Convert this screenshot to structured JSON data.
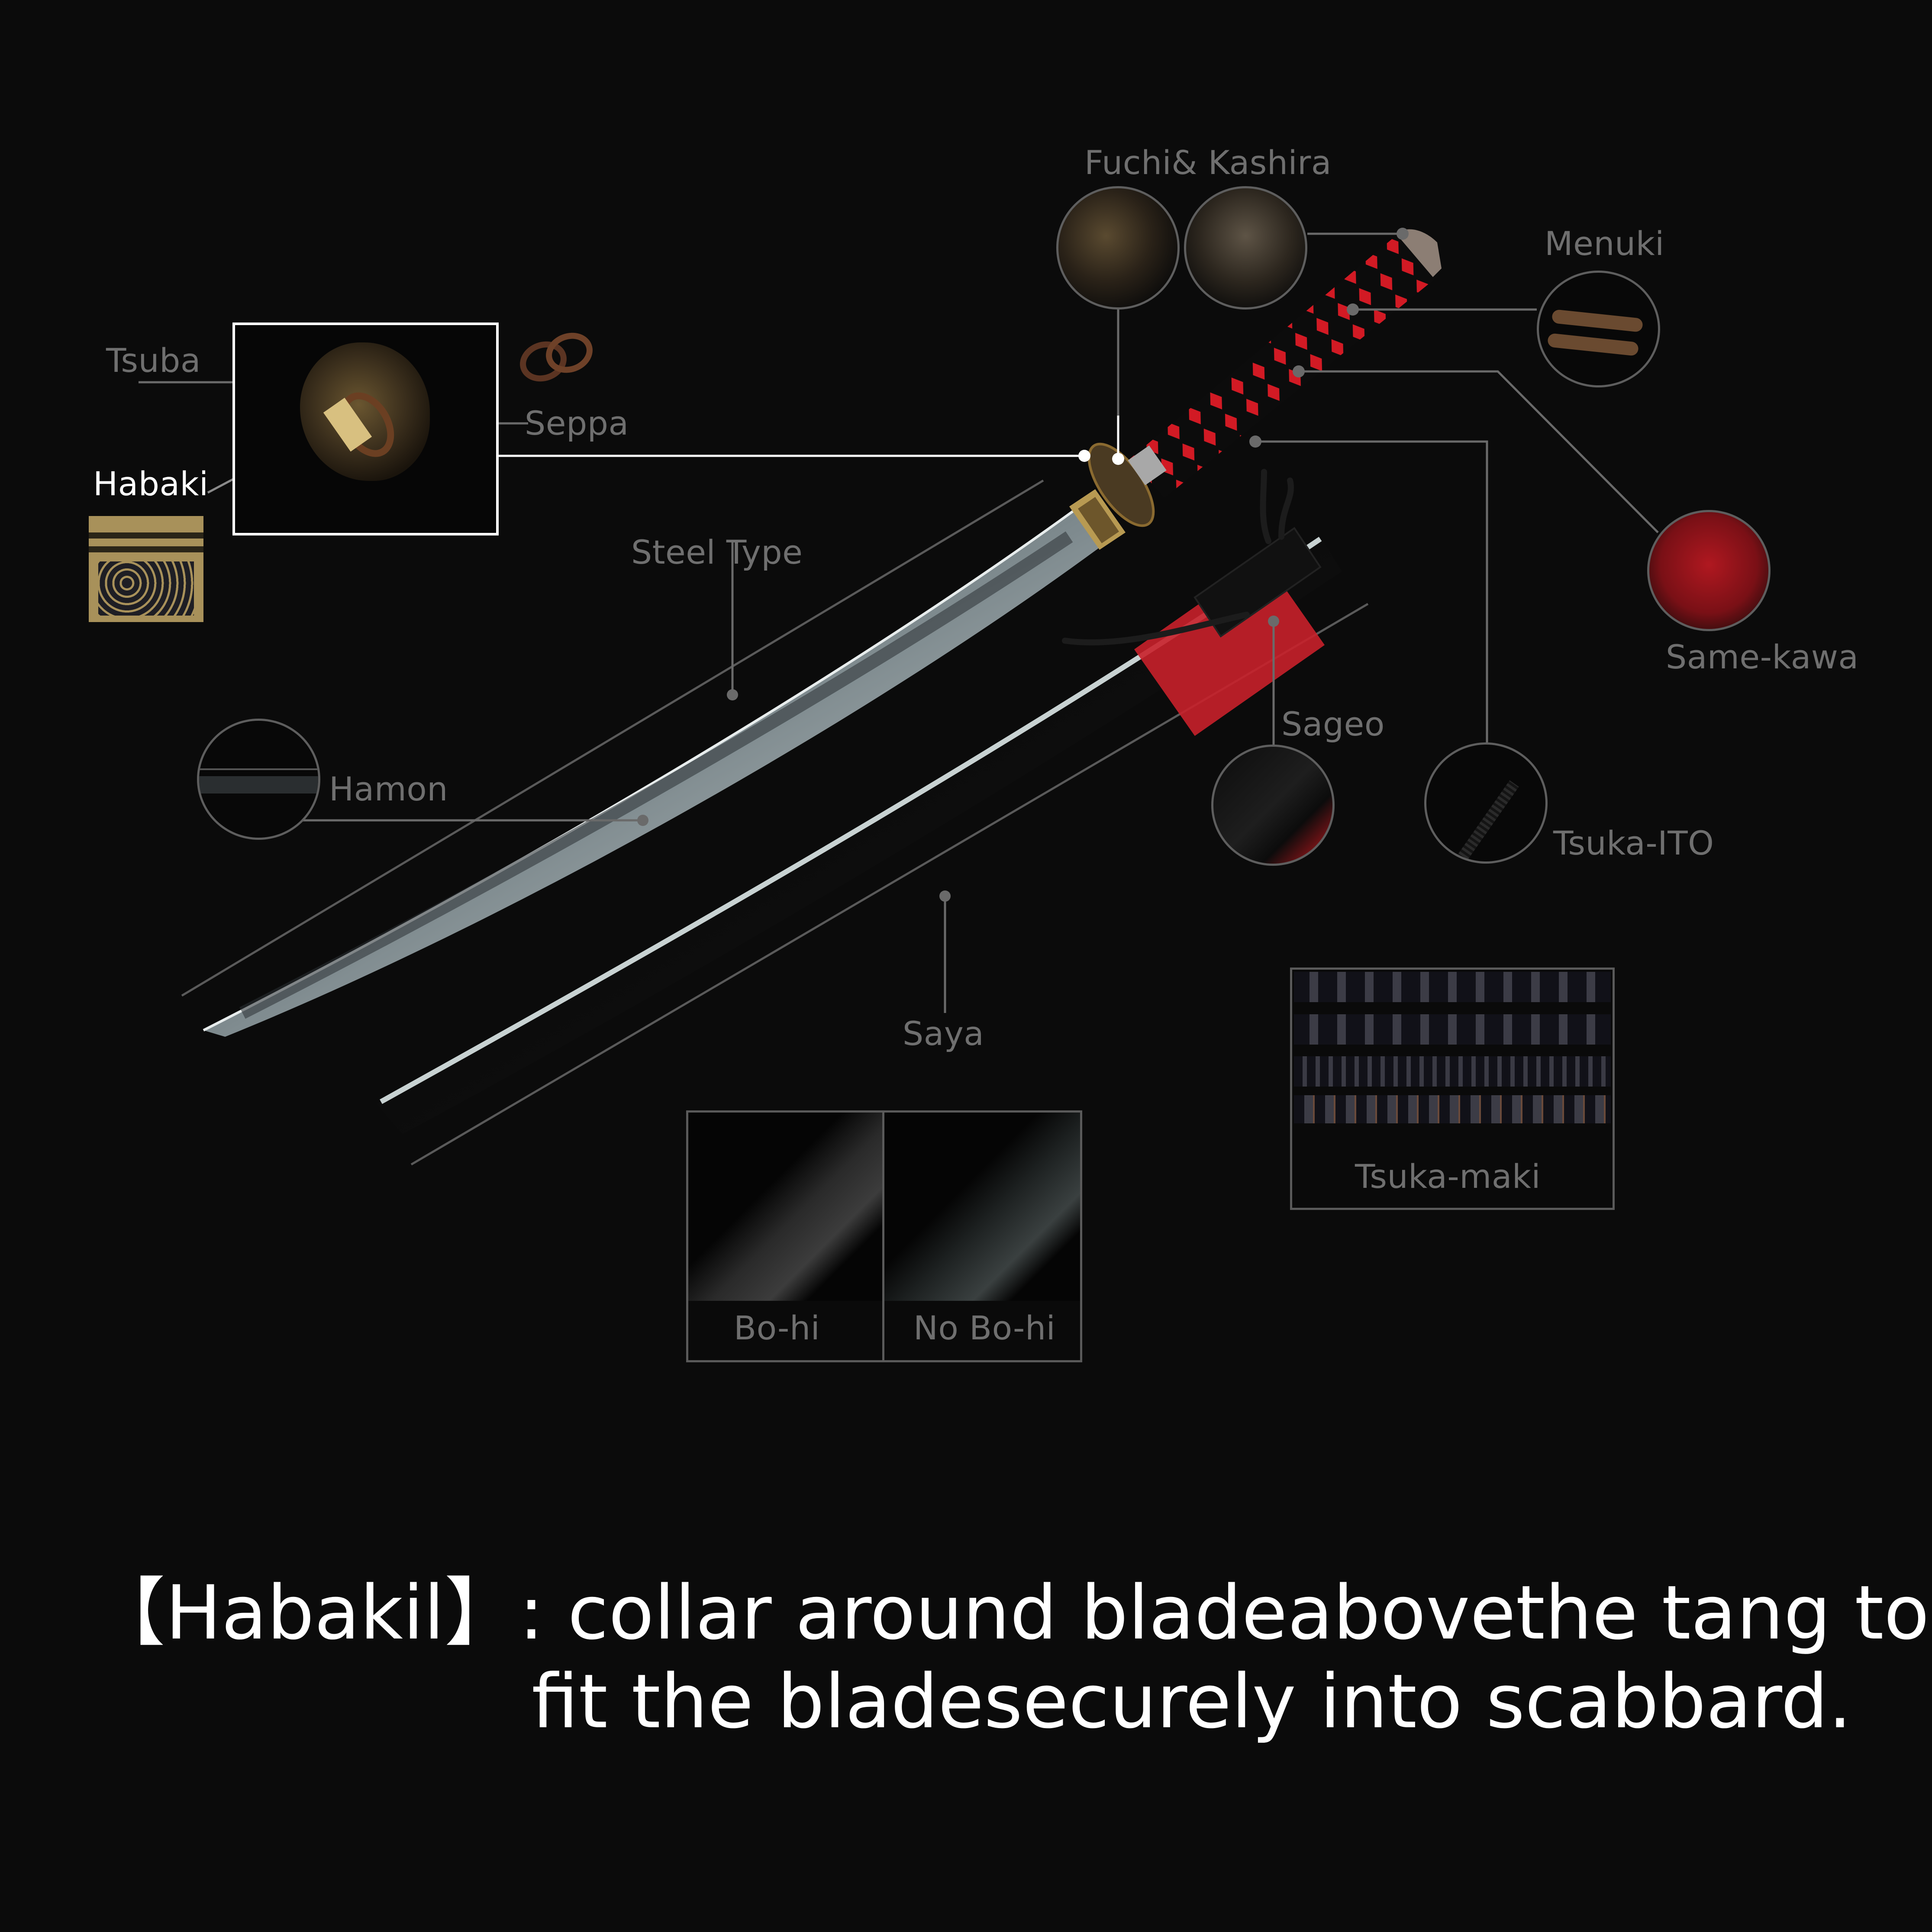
{
  "colors": {
    "background": "#0b0b0b",
    "label_grey": "#6f6f6f",
    "leader_line": "#6a6a6a",
    "highlight": "#ffffff",
    "tsuka_red": "#d21a24",
    "brass": "#b89a52"
  },
  "labels": {
    "fuchi_kashira": "Fuchi& Kashira",
    "menuki": "Menuki",
    "tsuba": "Tsuba",
    "seppa": "Seppa",
    "habaki": "Habaki",
    "steel_type": "Steel Type",
    "same_kawa": "Same-kawa",
    "sageo": "Sageo",
    "hamon": "Hamon",
    "tsuka_ito": "Tsuka-ITO",
    "saya": "Saya",
    "tsuka_maki": "Tsuka-maki",
    "bo_hi": "Bo-hi",
    "no_bo_hi": "No Bo-hi"
  },
  "caption": {
    "line1": "【Habakil】: collar around bladeabovethe tang to",
    "line2": "fit the bladesecurely into scabbard."
  }
}
